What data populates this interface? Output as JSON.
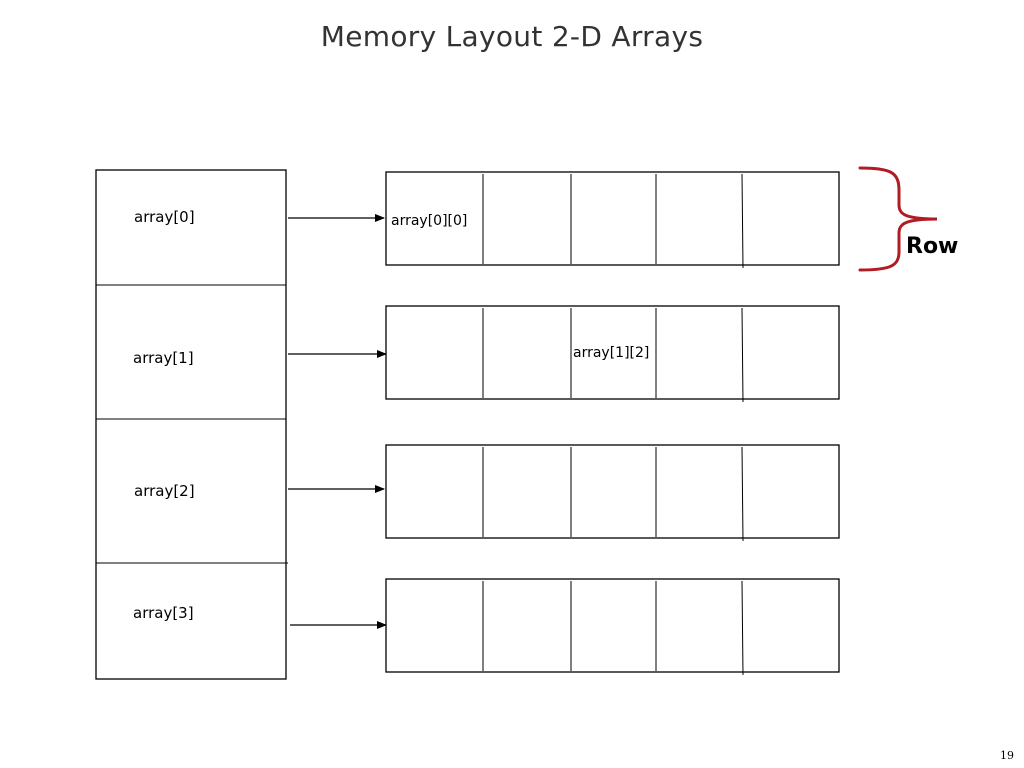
{
  "slide": {
    "title": "Memory Layout 2-D Arrays",
    "page_number": "19"
  },
  "pointer_array": {
    "entries": [
      {
        "label": "array[0]"
      },
      {
        "label": "array[1]"
      },
      {
        "label": "array[2]"
      },
      {
        "label": "array[3]"
      }
    ]
  },
  "rows": [
    {
      "cells": [
        "array[0][0]",
        "",
        "",
        "",
        ""
      ]
    },
    {
      "cells": [
        "",
        "",
        "array[1][2]",
        "",
        ""
      ]
    },
    {
      "cells": [
        "",
        "",
        "",
        "",
        ""
      ]
    },
    {
      "cells": [
        "",
        "",
        "",
        "",
        ""
      ]
    }
  ],
  "annotation": {
    "label": "Row",
    "brace_color": "#b01c24"
  }
}
